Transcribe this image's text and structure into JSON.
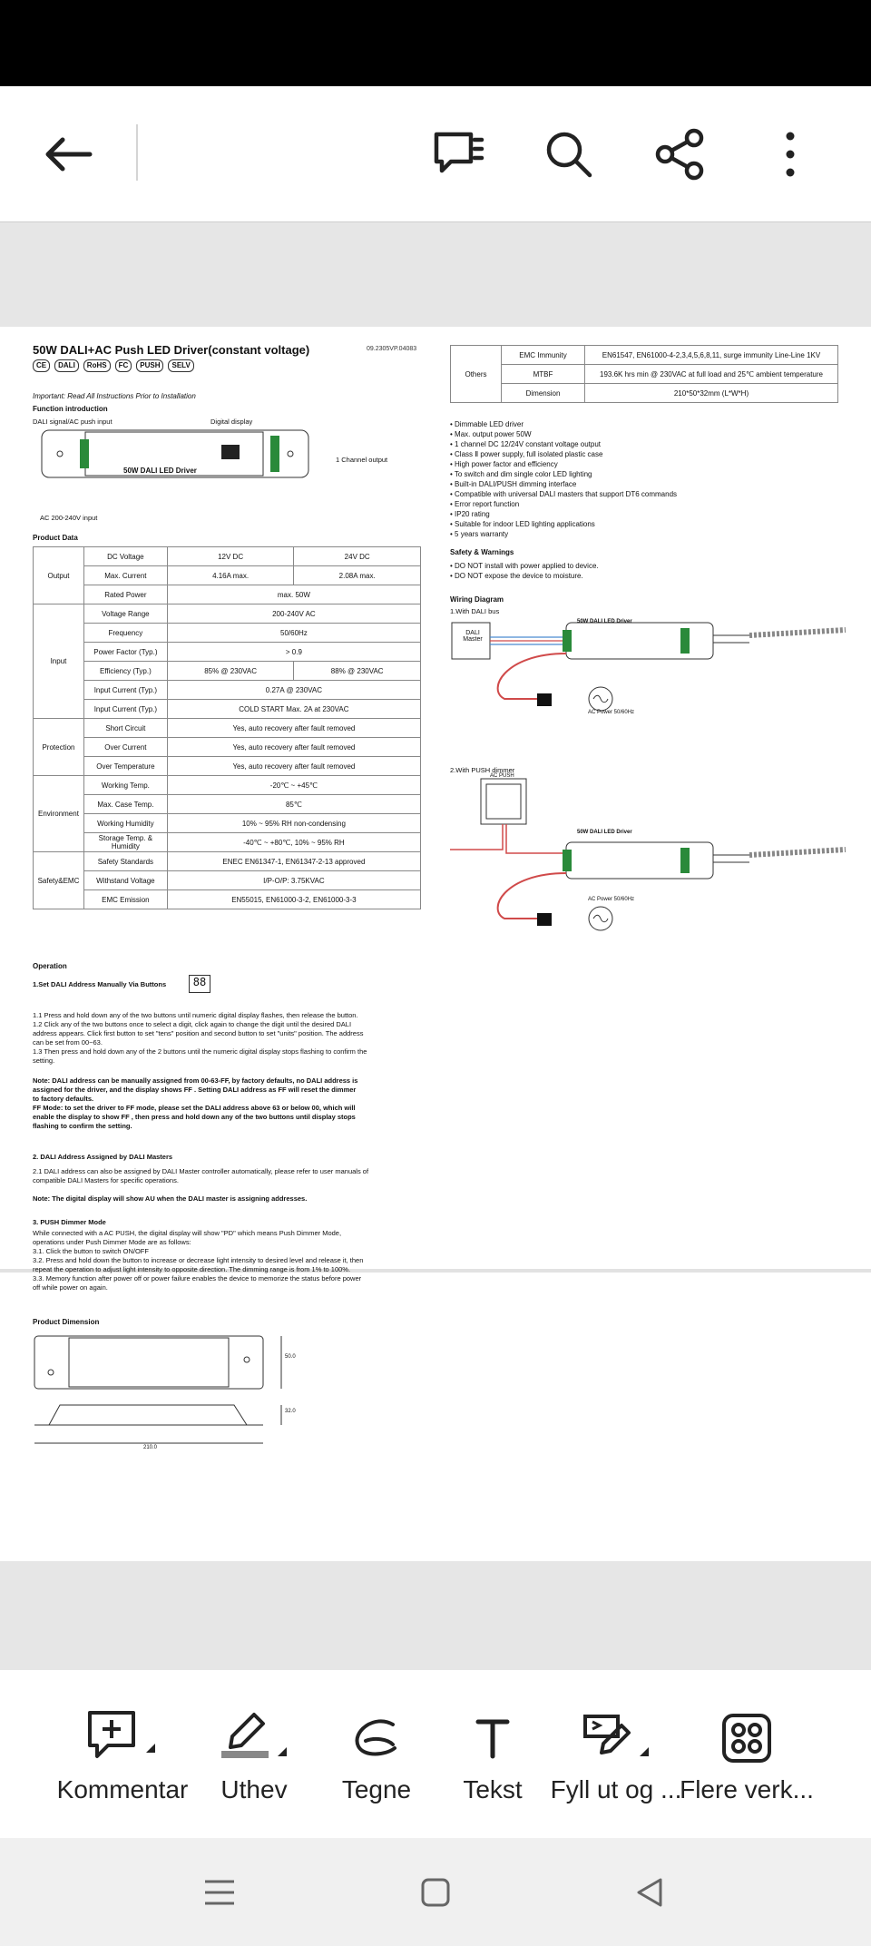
{
  "toolbar_top": {
    "back_icon": "arrow-left-icon",
    "comments_icon": "comments-icon",
    "search_icon": "search-icon",
    "share_icon": "share-icon",
    "more_icon": "more-vertical-icon"
  },
  "doc": {
    "title": "50W DALI+AC Push LED Driver(constant voltage)",
    "code": "09.2305VP.04083",
    "certs": [
      "CE",
      "DALI",
      "RoHS",
      "FC",
      "PUSH",
      "SELV"
    ],
    "important": "Important: Read All Instructions Prior to Installation",
    "function_intro": "Function introduction",
    "dali_input": "DALI signal/AC push input",
    "digital_display": "Digital display",
    "device_label": "50W DALI LED Driver",
    "channel_output": "1 Channel output",
    "ac_input": "AC 200-240V input",
    "product_data": "Product Data",
    "spec_rows": [
      {
        "group": "Output",
        "param": "DC Voltage",
        "v1": "12V DC",
        "v2": "24V DC"
      },
      {
        "group": "",
        "param": "Max. Current",
        "v1": "4.16A max.",
        "v2": "2.08A max."
      },
      {
        "group": "",
        "param": "Rated Power",
        "v": "max. 50W"
      },
      {
        "group": "Input",
        "param": "Voltage Range",
        "v": "200-240V AC"
      },
      {
        "group": "",
        "param": "Frequency",
        "v": "50/60Hz"
      },
      {
        "group": "",
        "param": "Power Factor (Typ.)",
        "v": "> 0.9"
      },
      {
        "group": "",
        "param": "Efficiency (Typ.)",
        "v1": "85% @ 230VAC",
        "v2": "88% @ 230VAC"
      },
      {
        "group": "",
        "param": "Input Current (Typ.)",
        "v": "0.27A @ 230VAC"
      },
      {
        "group": "",
        "param": "Input Current (Typ.)",
        "v": "COLD START Max. 2A at 230VAC"
      },
      {
        "group": "Protection",
        "param": "Short Circuit",
        "v": "Yes, auto recovery after fault removed"
      },
      {
        "group": "",
        "param": "Over Current",
        "v": "Yes, auto recovery after fault removed"
      },
      {
        "group": "",
        "param": "Over Temperature",
        "v": "Yes, auto recovery after fault removed"
      },
      {
        "group": "Environment",
        "param": "Working Temp.",
        "v": "-20℃ ~ +45℃"
      },
      {
        "group": "",
        "param": "Max. Case Temp.",
        "v": "85℃"
      },
      {
        "group": "",
        "param": "Working Humidity",
        "v": "10% ~ 95% RH non-condensing"
      },
      {
        "group": "",
        "param": "Storage Temp. & Humidity",
        "v": "-40℃ ~ +80℃, 10% ~ 95% RH"
      },
      {
        "group": "Safety&EMC",
        "param": "Safety Standards",
        "v": "ENEC EN61347-1, EN61347-2-13 approved"
      },
      {
        "group": "",
        "param": "Withstand Voltage",
        "v": "I/P-O/P: 3.75KVAC"
      },
      {
        "group": "",
        "param": "EMC Emission",
        "v": "EN55015, EN61000-3-2, EN61000-3-3"
      }
    ],
    "others_group": "Others",
    "others_rows": [
      {
        "param": "EMC Immunity",
        "v": "EN61547, EN61000-4-2,3,4,5,6,8,11, surge immunity Line-Line 1KV"
      },
      {
        "param": "MTBF",
        "v": "193.6K hrs min @ 230VAC at full load and 25℃ ambient temperature"
      },
      {
        "param": "Dimension",
        "v": "210*50*32mm (L*W*H)"
      }
    ],
    "features": [
      "• Dimmable LED driver",
      "• Max. output power 50W",
      "• 1 channel DC 12/24V constant voltage output",
      "• Class Ⅱ power supply, full isolated plastic case",
      "• High power factor and efficiency",
      "• To switch and dim single color LED lighting",
      "• Built-in DALI/PUSH dimming interface",
      "• Compatible with universal DALI masters that support DT6 commands",
      "• Error report function",
      "• IP20 rating",
      "• Suitable for indoor LED lighting applications",
      "• 5 years warranty"
    ],
    "safety_title": "Safety & Warnings",
    "safety": [
      "• DO NOT install with power applied to device.",
      "• DO NOT expose the device to moisture."
    ],
    "wiring_title": "Wiring Diagram",
    "wiring_1": "1.With DALI bus",
    "dali_master": "DALI Master",
    "ac_power": "AC Power 50/60Hz",
    "wiring_2": "2.With PUSH dimmer",
    "ac_push": "AC PUSH",
    "operation": "Operation",
    "op1_title": "1.Set DALI Address Manually Via Buttons",
    "op1_lines": [
      "1.1 Press and hold down any of the two buttons until numeric digital display flashes, then release the button.",
      "1.2 Click any of the two buttons once to select a digit, click again to change the digit until the desired DALI",
      "address appears. Click first button to set \"tens\" position and second button to set \"units\" position. The address",
      "can be set from 00~63.",
      "1.3 Then press and hold down any of the 2 buttons until the numeric digital display stops flashing to confirm the",
      "setting."
    ],
    "op1_note_lines": [
      "Note: DALI address can be manually assigned from 00-63-FF, by factory defaults, no DALI address is",
      "assigned for the driver, and the display shows FF . Setting DALI address as FF will reset the dimmer",
      "to factory defaults.",
      "FF Mode: to set the driver to FF mode, please set the DALI address above 63 or below 00, which will",
      "enable the display to show FF , then press and hold down any of the two buttons until display stops",
      "flashing to confirm the setting."
    ],
    "op2_title": "2. DALI Address Assigned by DALI Masters",
    "op2_lines": [
      "2.1 DALI address can also be assigned by DALI Master controller automatically, please refer to user manuals of",
      "compatible DALI Masters for specific operations."
    ],
    "op2_note": "Note: The digital display will show AU when the DALI master is assigning addresses.",
    "op3_title": "3. PUSH Dimmer Mode",
    "op3_lines": [
      "While connected with a AC PUSH, the digital display will show \"PD\" which means Push Dimmer Mode,",
      "operations under Push Dimmer Mode are as follows:",
      "3.1. Click the button to switch ON/OFF",
      "3.2. Press and hold down the button to increase or decrease light intensity to desired level and release it, then",
      "repeat the operation to adjust light intensity to opposite direction. The dimming range is from 1% to 100%.",
      "3.3. Memory function after power off or power failure enables the device to memorize the status before power",
      "off while power on again."
    ],
    "dimension_title": "Product Dimension",
    "dim_w": "50.0",
    "dim_h": "32.0",
    "dim_l": "210.0"
  },
  "bottom_tools": [
    {
      "label": "Kommentar",
      "icon": "comment-add-icon"
    },
    {
      "label": "Uthev",
      "icon": "highlight-icon"
    },
    {
      "label": "Tegne",
      "icon": "draw-icon"
    },
    {
      "label": "Tekst",
      "icon": "text-icon"
    },
    {
      "label": "Fyll ut og ...",
      "icon": "fill-sign-icon"
    },
    {
      "label": "Flere verk...",
      "icon": "more-tools-icon"
    }
  ],
  "nav": {
    "recent": "recent-apps-icon",
    "home": "home-icon",
    "back": "nav-back-icon"
  }
}
